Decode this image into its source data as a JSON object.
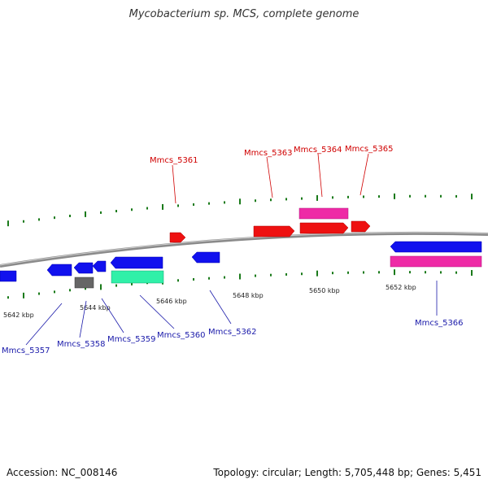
{
  "title": "Mycobacterium sp. MCS, complete genome",
  "accession": "Accession: NC_008146",
  "summary": "Topology: circular; Length: 5,705,448 bp; Genes: 5,451",
  "colors": {
    "backbone": "#7a7a7a",
    "tick": "#1a7a1a",
    "forward_gene": "#ee1111",
    "reverse_gene": "#1111ee",
    "rna_gene": "#ee2aa6",
    "pseudo_gene": "#30f0a8",
    "other_gene": "#666666",
    "top_label": "#d00000",
    "bottom_label": "#1a1aaa"
  },
  "scale_labels": [
    "5642 kbp",
    "5644 kbp",
    "5646 kbp",
    "5648 kbp",
    "5650 kbp",
    "5652 kbp"
  ],
  "top_gene_labels": [
    "Mmcs_5361",
    "Mmcs_5363",
    "Mmcs_5364",
    "Mmcs_5365"
  ],
  "bottom_gene_labels": [
    "Mmcs_5357",
    "Mmcs_5358",
    "Mmcs_5359",
    "Mmcs_5360",
    "Mmcs_5362",
    "Mmcs_5366"
  ]
}
